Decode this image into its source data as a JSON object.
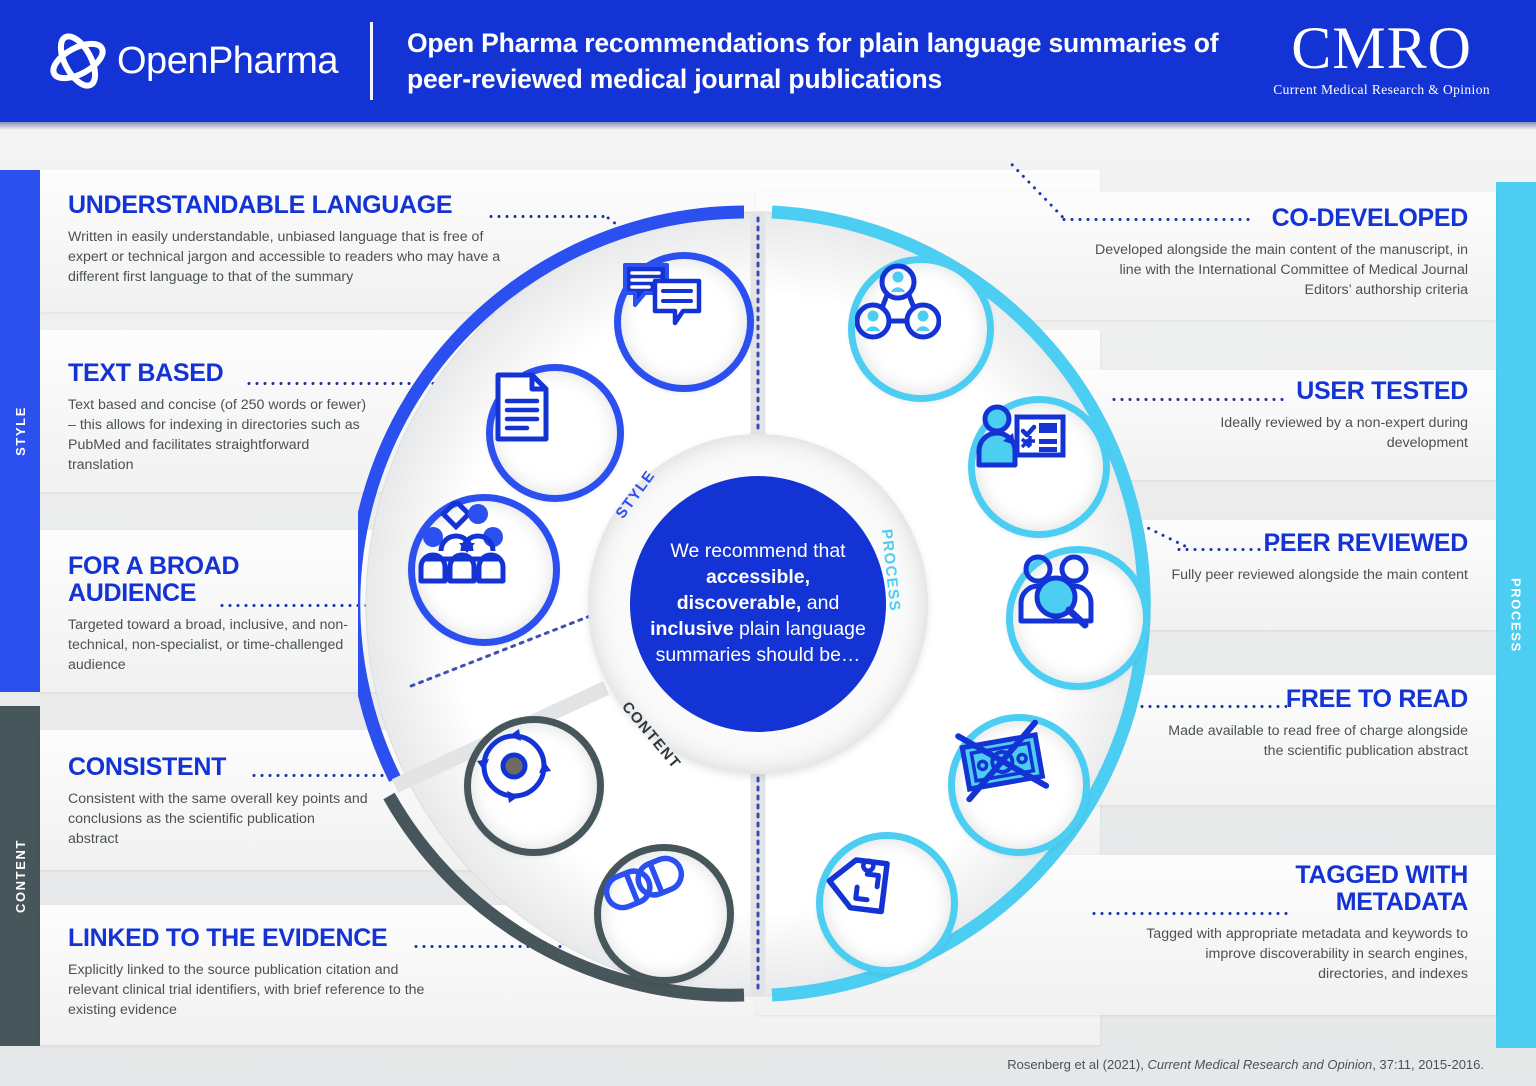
{
  "header": {
    "logo_text": "OpenPharma",
    "logo_icon": "openpharma-atom-icon",
    "title": "Open Pharma recommendations for plain language summaries of peer-reviewed medical journal publications",
    "journal_abbrev": "CMRO",
    "journal_full": "Current Medical Research & Opinion"
  },
  "categories": {
    "style": "STYLE",
    "content": "CONTENT",
    "process": "PROCESS"
  },
  "hub": {
    "text_part1": "We recommend that ",
    "bold1": "accessible, discoverable,",
    "text_part2": " and ",
    "bold2": "inclusive",
    "text_part3": " plain language summaries should be…",
    "label_style": "STYLE",
    "label_process": "PROCESS",
    "label_content": "CONTENT"
  },
  "recommendations": {
    "left": [
      {
        "title": "UNDERSTANDABLE LANGUAGE",
        "body": "Written in easily understandable, unbiased language that is free of expert or technical jargon and accessible to readers who may have a different first language to that of the summary",
        "icon": "speech-bubbles-icon",
        "category": "style"
      },
      {
        "title": "TEXT BASED",
        "body": "Text based and concise (of 250 words or fewer) – this allows for indexing in directories such as PubMed and facilitates straightforward translation",
        "icon": "document-text-icon",
        "category": "style"
      },
      {
        "title": "FOR A BROAD\nAUDIENCE",
        "body": "Targeted toward a broad, inclusive, and non-technical, non-specialist, or time-challenged audience",
        "icon": "audience-group-icon",
        "category": "style"
      },
      {
        "title": "CONSISTENT",
        "body": "Consistent with the same overall key points and conclusions as the scientific publication abstract",
        "icon": "target-sync-icon",
        "category": "content"
      },
      {
        "title": "LINKED TO THE EVIDENCE",
        "body": "Explicitly linked to the source publication citation and relevant clinical trial identifiers, with brief reference to the existing evidence",
        "icon": "chain-link-icon",
        "category": "content"
      }
    ],
    "right": [
      {
        "title": "CO-DEVELOPED",
        "body": "Developed alongside the main content of the manuscript, in line with the International Committee of Medical Journal Editors’ authorship criteria",
        "icon": "people-network-icon",
        "category": "process"
      },
      {
        "title": "USER TESTED",
        "body": "Ideally reviewed by a non-expert during development",
        "icon": "user-survey-icon",
        "category": "process"
      },
      {
        "title": "PEER REVIEWED",
        "body": "Fully peer reviewed alongside the main content",
        "icon": "peer-review-magnifier-icon",
        "category": "process"
      },
      {
        "title": "FREE TO READ",
        "body": "Made available to read free of charge alongside the scientific publication abstract",
        "icon": "no-money-icon",
        "category": "process"
      },
      {
        "title": "TAGGED WITH\nMETADATA",
        "body": "Tagged with appropriate metadata and keywords to improve discoverability in search engines, directories, and indexes",
        "icon": "metadata-tag-icon",
        "category": "process"
      }
    ]
  },
  "citation": {
    "prefix": "Rosenberg et al (2021), ",
    "journal": "Current Medical Research and Opinion",
    "suffix": ", 37:11, 2015-2016."
  },
  "colors": {
    "brand_blue": "#1433d4",
    "style_blue": "#2b50ef",
    "process_cyan": "#4ccdf2",
    "content_dark": "#46565a",
    "body_text": "#4a5255"
  }
}
